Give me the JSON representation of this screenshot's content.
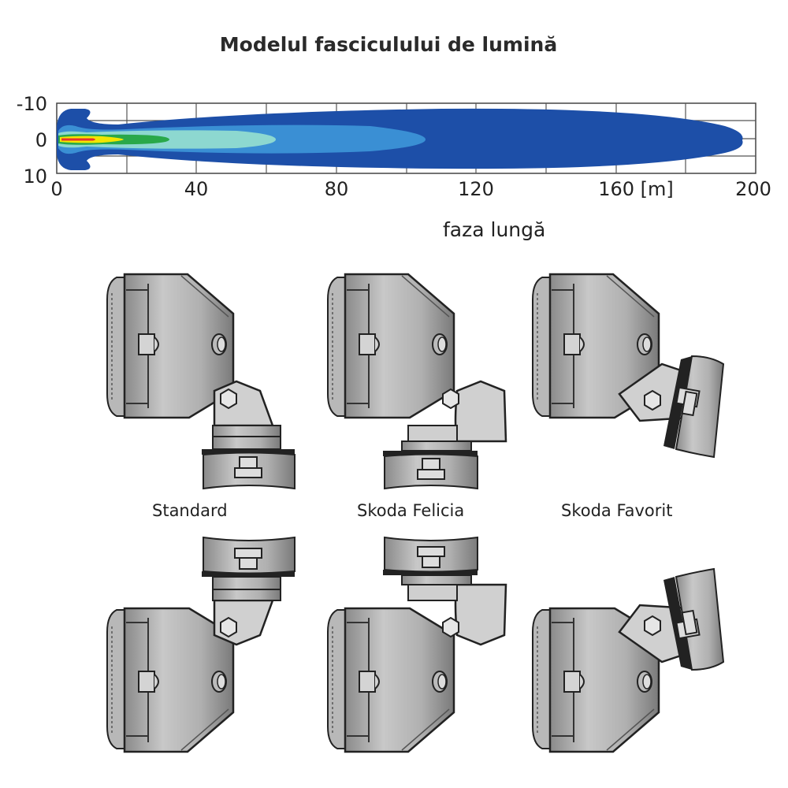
{
  "title": "Modelul fasciculului de lumină",
  "subtitle": "faza lungă",
  "chart_data": {
    "type": "heatmap",
    "x_axis": {
      "ticks": [
        "0",
        "40",
        "80",
        "120",
        "160 [m]",
        "200"
      ],
      "range": [
        0,
        200
      ],
      "unit": "[m]"
    },
    "y_axis": {
      "ticks": [
        "-10",
        "0",
        "10"
      ],
      "range": [
        -10,
        10
      ]
    },
    "grid": true,
    "contours": [
      {
        "color": "#1d4fa8",
        "reach_m": 197
      },
      {
        "color": "#3a8fd4",
        "reach_m": 107
      },
      {
        "color": "#8dd8d0",
        "reach_m": 63
      },
      {
        "color": "#29a84a",
        "reach_m": 34
      },
      {
        "color": "#f2e600",
        "reach_m": 19
      },
      {
        "color": "#e8332a",
        "reach_m": 11
      }
    ]
  },
  "mounts": {
    "standard": "Standard",
    "felicia": "Skoda Felicia",
    "favorit": "Skoda Favorit"
  }
}
